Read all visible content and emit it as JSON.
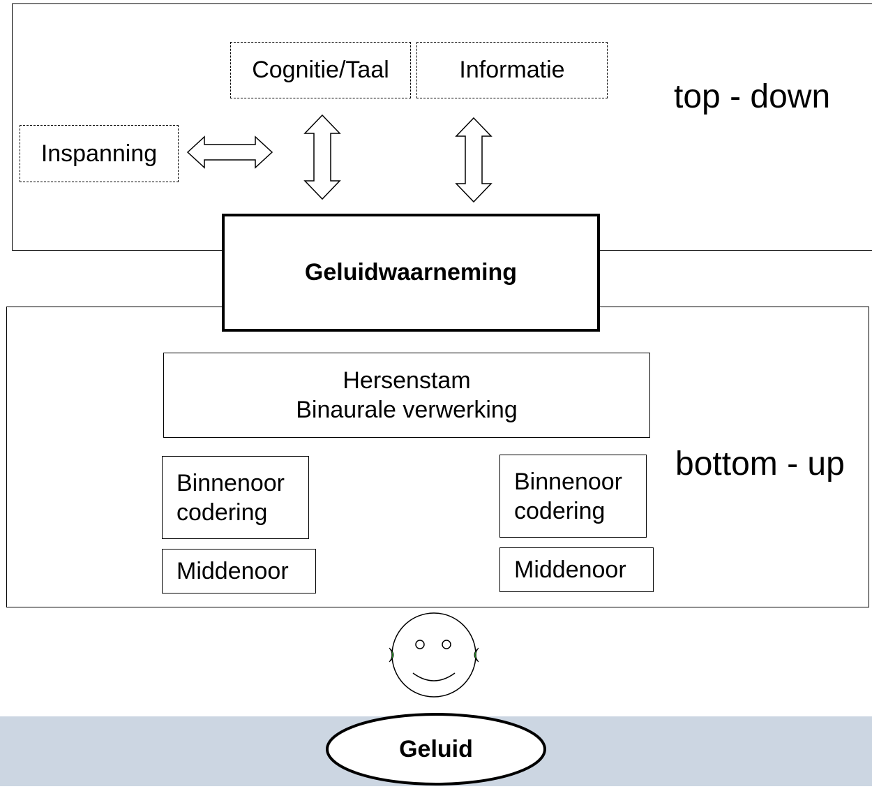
{
  "top_region": {
    "label": "top - down",
    "boxes": {
      "cognition": "Cognitie/Taal",
      "information": "Informatie",
      "effort": "Inspanning"
    }
  },
  "perception": "Geluidwaarneming",
  "bottom_region": {
    "label": "bottom - up",
    "brainstem": {
      "line1": "Hersenstam",
      "line2": "Binaurale verwerking"
    },
    "left_ear": {
      "inner_line1": "Binnenoor",
      "inner_line2": "codering",
      "middle": "Middenoor"
    },
    "right_ear": {
      "inner_line1": "Binnenoor",
      "inner_line2": "codering",
      "middle": "Middenoor"
    }
  },
  "sound": "Geluid",
  "colors": {
    "ground_band": "#ccd6e2",
    "ear": "#33cc33"
  }
}
